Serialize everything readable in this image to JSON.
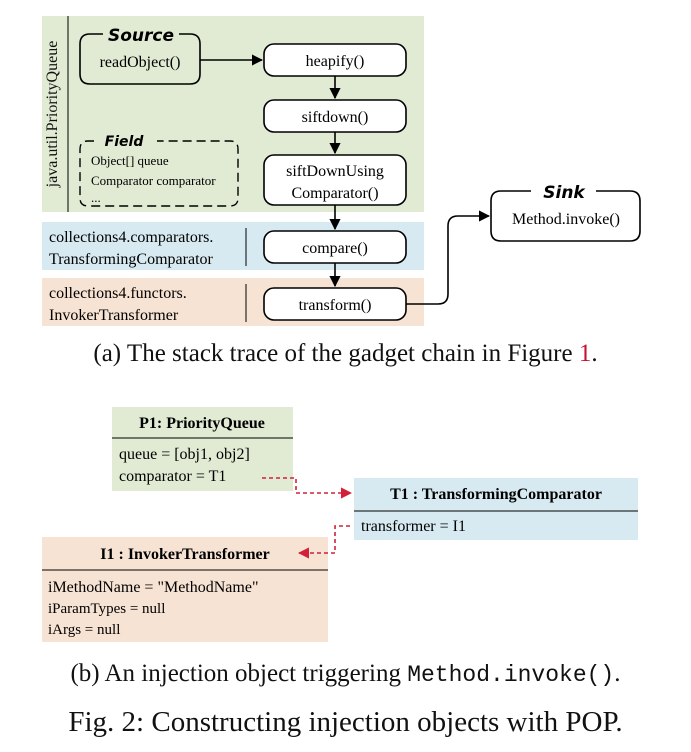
{
  "colors": {
    "green": "#e1ead3",
    "blue": "#d8eaf1",
    "orange": "#f7e3d3",
    "red_link": "#c8102e",
    "dashed_arrow": "#d0203a"
  },
  "panel_a": {
    "package_priorityqueue": "java.util.PriorityQueue",
    "source_title": "Source",
    "source_method": "readObject()",
    "heapify": "heapify()",
    "siftdown": "siftdown()",
    "siftdownusing_line1": "siftDownUsing",
    "siftdownusing_line2": "Comparator()",
    "field_title": "Field",
    "field_items": [
      "Object[] queue",
      "Comparator comparator",
      "..."
    ],
    "package_comparators_line1": "collections4.comparators.",
    "package_comparators_line2": "TransformingComparator",
    "compare": "compare()",
    "package_functors_line1": "collections4.functors.",
    "package_functors_line2": "InvokerTransformer",
    "transform": "transform()",
    "sink_title": "Sink",
    "sink_method": "Method.invoke()",
    "caption_pre": "(a) The stack trace of the gadget chain in Figure ",
    "caption_ref": "1",
    "caption_post": "."
  },
  "panel_b": {
    "p1": {
      "title": "P1: PriorityQueue",
      "fields": [
        "queue = [obj1, obj2]",
        "comparator = T1"
      ]
    },
    "t1": {
      "title": "T1 : TransformingComparator",
      "fields": [
        "transformer = I1"
      ]
    },
    "i1": {
      "title": "I1 : InvokerTransformer",
      "fields": [
        "iMethodName = \"MethodName\"",
        "iParamTypes = null",
        "iArgs = null"
      ]
    },
    "caption_pre": "(b) An injection object triggering ",
    "caption_code": "Method.invoke()",
    "caption_post": "."
  },
  "figure_caption": "Fig. 2: Constructing injection objects with POP."
}
